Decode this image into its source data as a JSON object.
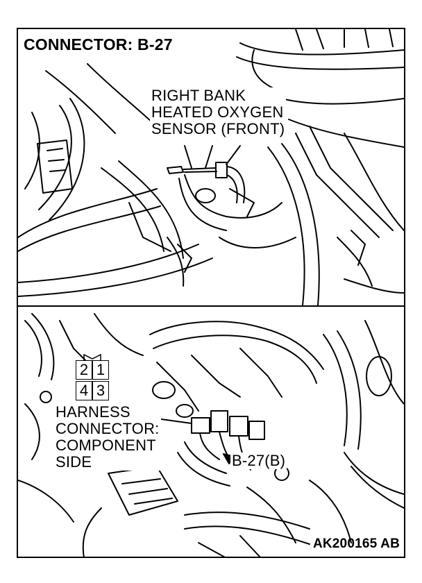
{
  "title": "CONNECTOR: B-27",
  "sensor_label": [
    "RIGHT BANK",
    "HEATED OXYGEN",
    "SENSOR (FRONT)"
  ],
  "harness_label": [
    "HARNESS",
    "CONNECTOR:",
    "COMPONENT",
    "SIDE"
  ],
  "connector_pins": {
    "top_left": "2",
    "top_right": "1",
    "bottom_left": "4",
    "bottom_right": "3"
  },
  "connector_callout": "B-27(B)",
  "figure_code": "AK200165 AB"
}
